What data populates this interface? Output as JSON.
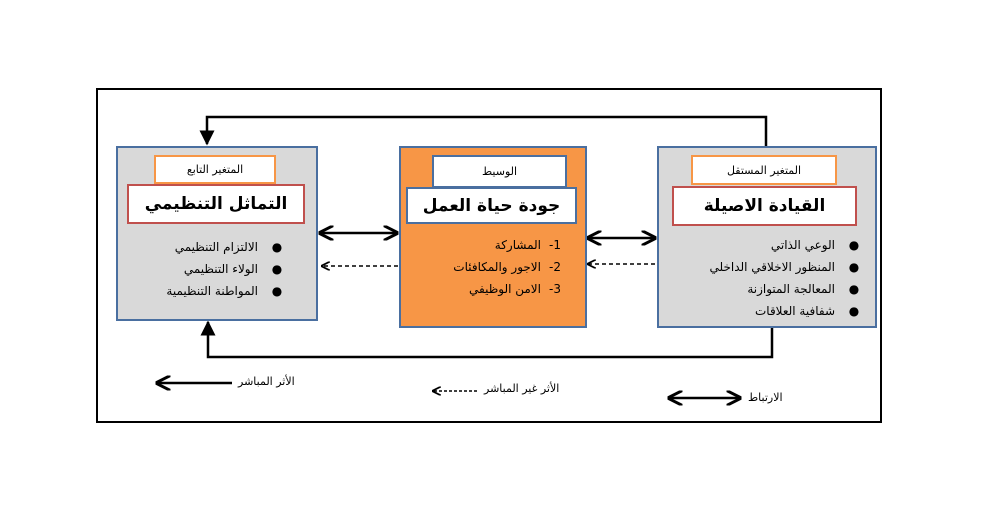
{
  "independent": {
    "label": "المتغير المستقل",
    "title": "القيادة الاصيلة",
    "items": [
      "الوعي الذاتي",
      "المنظور الاخلاقي الداخلي",
      "المعالجة المتوازنة",
      "شفافية العلاقات"
    ]
  },
  "mediator": {
    "label": "الوسيط",
    "title": "جودة حياة العمل",
    "items": [
      {
        "num": "-1",
        "text": "المشاركة"
      },
      {
        "num": "-2",
        "text": "الاجور والمكافئات"
      },
      {
        "num": "-3",
        "text": "الامن الوظيفي"
      }
    ]
  },
  "dependent": {
    "label": "المتغير التابع",
    "title": "التماثل التنظيمي",
    "items": [
      "الالتزام التنظيمي",
      "الولاء التنظيمي",
      "المواطنة التنظيمية"
    ]
  },
  "legend": {
    "direct": "الأثر المباشر",
    "indirect": "الأثر غير المباشر",
    "correlation": "الارتباط"
  },
  "colors": {
    "grey": "#d9d9d9",
    "orange": "#f79646",
    "blue": "#4a6fa0",
    "red": "#c0504d"
  }
}
